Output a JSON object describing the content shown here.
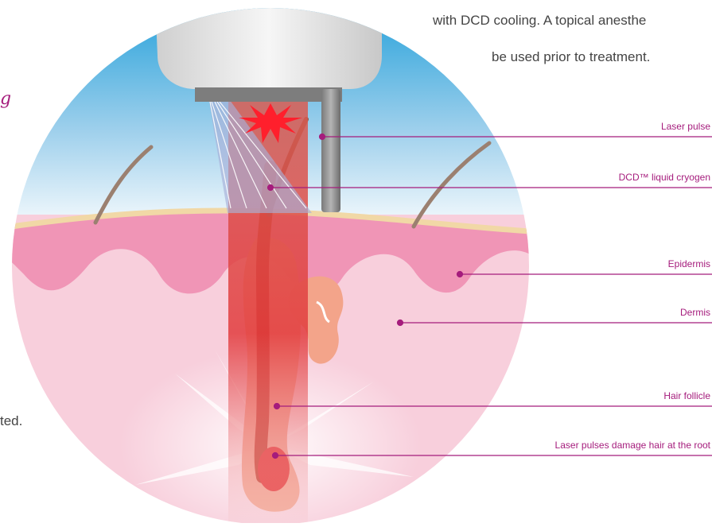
{
  "intro": {
    "line1": "with DCD cooling. A topical anesthe",
    "line2": "be used prior to treatment."
  },
  "side_text": "ted.",
  "script_fragment": "g",
  "callouts": [
    {
      "id": "laser-pulse",
      "label": "Laser pulse"
    },
    {
      "id": "dcd-liquid-cryogen",
      "label": "DCD™ liquid cryogen"
    },
    {
      "id": "epidermis",
      "label": "Epidermis"
    },
    {
      "id": "dermis",
      "label": "Dermis"
    },
    {
      "id": "hair-follicle",
      "label": "Hair follicle"
    },
    {
      "id": "laser-damage",
      "label": "Laser pulses damage hair at the root"
    }
  ],
  "colors": {
    "accent": "#a51c7c",
    "sky_top": "#2fa6dc",
    "epidermis": "#f095b6",
    "dermis": "#f8cfdc",
    "laser_beam": "#e2403f",
    "handpiece": "#e4e4e4"
  }
}
